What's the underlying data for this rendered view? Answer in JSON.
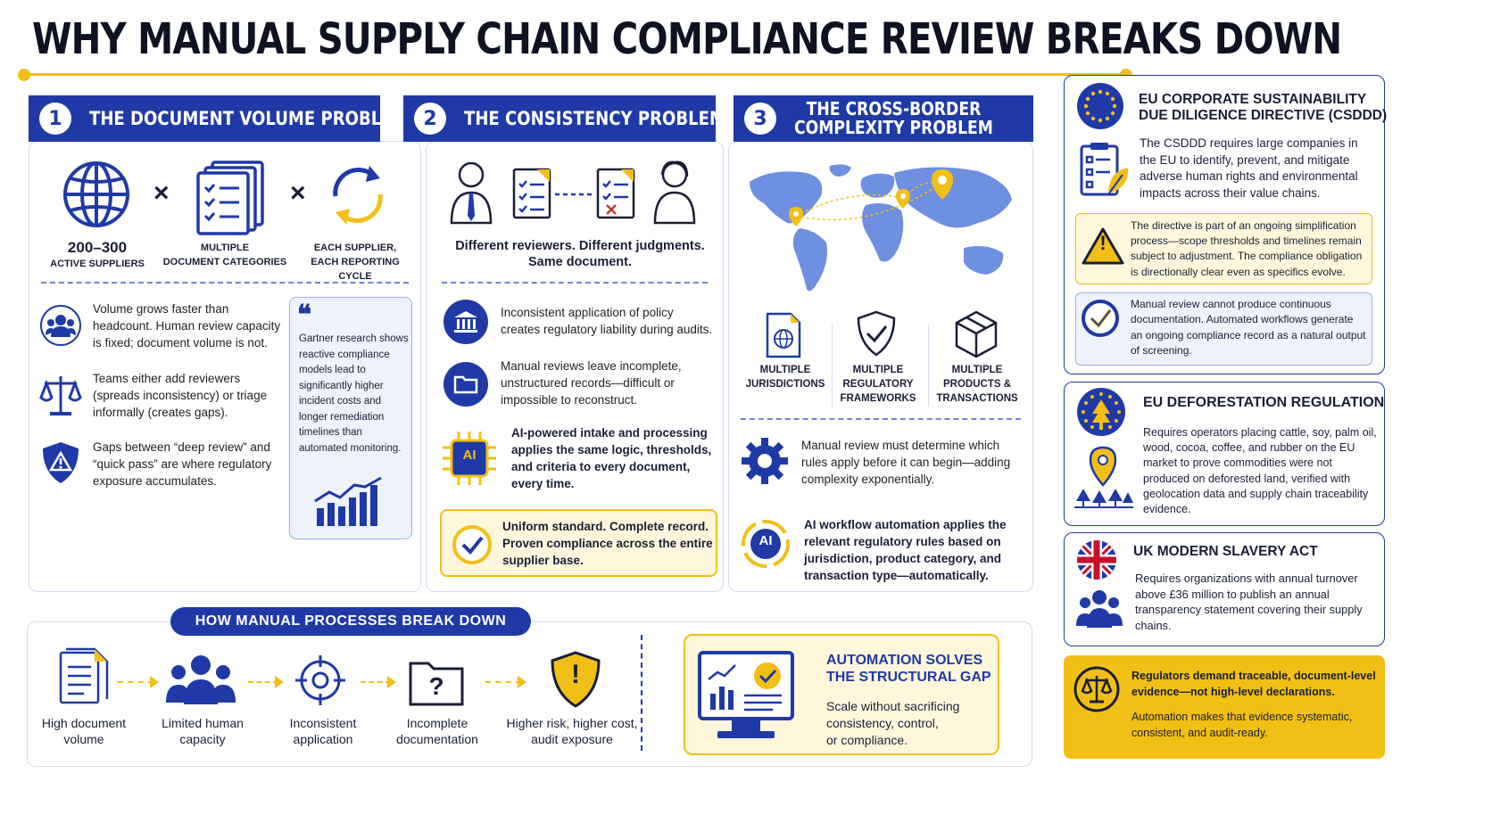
{
  "title": "WHY MANUAL SUPPLY CHAIN COMPLIANCE REVIEW BREAKS DOWN",
  "colors": {
    "brand": "#1f3aa6",
    "accent": "#f2bf17",
    "light": "#eef2fb",
    "yellow_light": "#fff7dc"
  },
  "panel1": {
    "num": "1",
    "title": "THE DOCUMENT VOLUME PROBLEM",
    "times": "×",
    "stat1_value": "200–300",
    "stat1_label": "ACTIVE SUPPLIERS",
    "stat2_label_1": "MULTIPLE",
    "stat2_label_2": "DOCUMENT CATEGORIES",
    "stat3_label_1": "EACH SUPPLIER,",
    "stat3_label_2": "EACH REPORTING CYCLE",
    "point1": "Volume grows faster than headcount. Human review capacity is fixed; document volume is not.",
    "point2": "Teams either add reviewers (spreads inconsistency) or triage informally (creates gaps).",
    "point3": "Gaps between “deep review” and “quick pass” are where regulatory exposure accumulates.",
    "quote_mark": "❝",
    "quote": "Gartner research shows reactive compliance models lead to significantly higher incident costs and longer remediation timelines than automated monitoring."
  },
  "panel2": {
    "num": "2",
    "title": "THE CONSISTENCY PROBLEM",
    "caption_1": "Different reviewers. Different judgments.",
    "caption_2": "Same document.",
    "point1": "Inconsistent application of policy creates regulatory liability during audits.",
    "point2": "Manual reviews leave incomplete, unstructured records—difficult or impossible to reconstruct.",
    "ai_label": "AI",
    "point3": "AI-powered intake and processing applies the same logic, thresholds, and criteria to every document, every time.",
    "highlight": "Uniform standard. Complete record. Proven compliance across the entire supplier base."
  },
  "panel3": {
    "num": "3",
    "title_1": "THE CROSS-BORDER",
    "title_2": "COMPLEXITY PROBLEM",
    "icon1_1": "MULTIPLE",
    "icon1_2": "JURISDICTIONS",
    "icon2_1": "MULTIPLE",
    "icon2_2": "REGULATORY",
    "icon2_3": "FRAMEWORKS",
    "icon3_1": "MULTIPLE",
    "icon3_2": "PRODUCTS &",
    "icon3_3": "TRANSACTIONS",
    "point1": "Manual review must determine which rules apply before it can begin—adding complexity exponentially.",
    "ai_label": "AI",
    "point2": "AI workflow automation applies the relevant regulatory rules based on jurisdiction, product category, and transaction type—automatically."
  },
  "breakdown": {
    "label": "HOW MANUAL PROCESSES BREAK DOWN",
    "steps": [
      "High document|volume",
      "Limited human|capacity",
      "Inconsistent|application",
      "Incomplete|documentation",
      "Higher risk, higher cost,|audit exposure"
    ],
    "step1_1": "High document",
    "step1_2": "volume",
    "step2_1": "Limited human",
    "step2_2": "capacity",
    "step3_1": "Inconsistent",
    "step3_2": "application",
    "step4_1": "Incomplete",
    "step4_2": "documentation",
    "step5_1": "Higher risk, higher cost,",
    "step5_2": "audit exposure",
    "question": "?",
    "alert": "!",
    "auto_title_1": "AUTOMATION SOLVES",
    "auto_title_2": "THE STRUCTURAL GAP",
    "auto_text_1": "Scale without sacrificing",
    "auto_text_2": "consistency, control,",
    "auto_text_3": "or compliance."
  },
  "csddd": {
    "title_1": "EU CORPORATE SUSTAINABILITY",
    "title_2": "DUE DILIGENCE DIRECTIVE (CSDDD)",
    "body": "The CSDDD requires large companies in the EU to identify, prevent, and mitigate adverse human rights and environmental impacts across their value chains.",
    "warning_mark": "!",
    "warning": "The directive is part of an ongoing simplification process—scope thresholds and timelines remain subject to adjustment. The compliance obligation is directionally clear even as specifics evolve.",
    "note": "Manual review cannot produce continuous documentation. Automated workflows generate an ongoing compliance record as a natural output of screening."
  },
  "eudr": {
    "title": "EU DEFORESTATION REGULATION",
    "body": "Requires operators placing cattle, soy, palm oil, wood, cocoa, coffee, and rubber on the EU market to prove commodities were not produced on deforested land, verified with geolocation data and supply chain traceability evidence."
  },
  "uk": {
    "title": "UK MODERN SLAVERY ACT",
    "body": "Requires organizations with annual turnover above £36 million to publish an annual transparency statement covering their supply chains."
  },
  "footer": {
    "line1": "Regulators demand traceable, document-level evidence—not high-level declarations.",
    "line2": "Automation makes that evidence systematic, consistent, and audit-ready."
  }
}
